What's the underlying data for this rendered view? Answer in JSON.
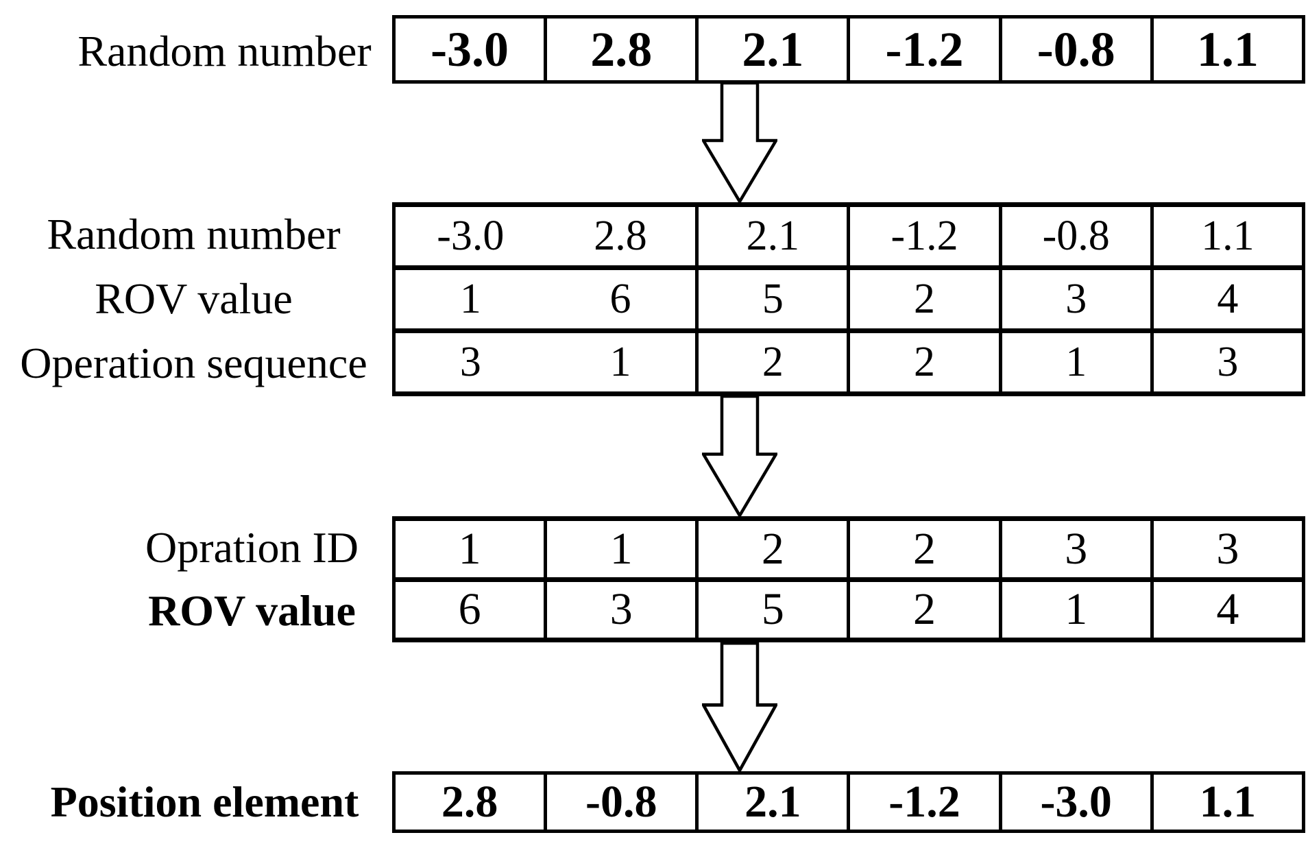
{
  "blocks": [
    {
      "labels": [
        "Random number"
      ],
      "rows": [
        [
          "-3.0",
          "2.8",
          "2.1",
          "-1.2",
          "-0.8",
          "1.1"
        ]
      ]
    },
    {
      "labels": [
        "Random number",
        "ROV value",
        "Operation sequence"
      ],
      "rows": [
        [
          "-3.0",
          "2.8",
          "2.1",
          "-1.2",
          "-0.8",
          "1.1"
        ],
        [
          "1",
          "6",
          "5",
          "2",
          "3",
          "4"
        ],
        [
          "3",
          "1",
          "2",
          "2",
          "1",
          "3"
        ]
      ]
    },
    {
      "labels": [
        "Opration ID",
        "ROV value"
      ],
      "rows": [
        [
          "1",
          "1",
          "2",
          "2",
          "3",
          "3"
        ],
        [
          "6",
          "3",
          "5",
          "2",
          "1",
          "4"
        ]
      ]
    },
    {
      "labels": [
        "Position element"
      ],
      "rows": [
        [
          "2.8",
          "-0.8",
          "2.1",
          "-1.2",
          "-3.0",
          "1.1"
        ]
      ]
    }
  ],
  "arrows": [
    {
      "name": "down-arrow"
    },
    {
      "name": "down-arrow"
    },
    {
      "name": "down-arrow"
    }
  ],
  "colors": {
    "ink": "#000000",
    "background": "#ffffff"
  }
}
